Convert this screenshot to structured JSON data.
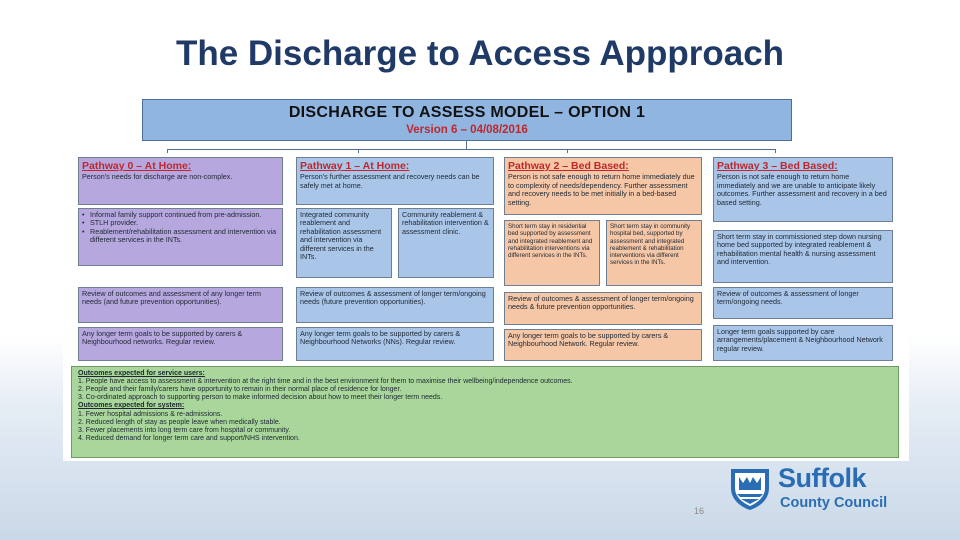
{
  "slide": {
    "title": "The Discharge to Access Appproach",
    "page_number": "16"
  },
  "model": {
    "title": "DISCHARGE TO ASSESS MODEL – OPTION 1",
    "version": "Version 6 – 04/08/2016"
  },
  "pathway0": {
    "title": "Pathway 0 – At Home:",
    "desc": "Person's needs for discharge are non-complex.",
    "bullets": [
      "Informal family support continued from pre-admission.",
      "STLH provider.",
      "Reablement/rehabilitation assessment and intervention via different services in the INTs."
    ],
    "review": "Review of outcomes and assessment of any longer term needs (and future prevention opportunities).",
    "goals": "Any longer term goals to be supported by carers & Neighbourhood networks. Regular review."
  },
  "pathway1": {
    "title": "Pathway 1 – At Home:",
    "desc": "Person's further assessment and recovery needs can be safely met at home.",
    "option_a": "Integrated community reablement and rehabilitation assessment and intervention via different services in the INTs.",
    "option_b": "Community reablement & rehabilitation intervention & assessment clinic.",
    "review": "Review of outcomes & assessment of longer term/ongoing needs (future prevention opportunities).",
    "goals": "Any longer term goals to be supported by carers & Neighbourhood Networks (NNs). Regular review."
  },
  "pathway2": {
    "title": "Pathway 2 – Bed Based:",
    "desc": "Person is not safe enough to return home immediately due to complexity of needs/dependency. Further assessment and recovery needs to be met initially in a bed-based setting.",
    "option_a": "Short term stay in residential bed supported by assessment and integrated reablement and rehabilitation interventions via different services in the INTs.",
    "option_b": "Short term stay in community hospital bed, supported by assessment and integrated reablement & rehabilitation interventions via different services in the INTs.",
    "review": "Review of outcomes & assessment of longer term/ongoing needs & future prevention opportunities.",
    "goals": "Any longer term goals to be supported by carers & Neighbourhood Network. Regular review."
  },
  "pathway3": {
    "title": "Pathway 3 – Bed Based:",
    "desc": "Person is not safe enough to return home immediately and we are unable to anticipate likely outcomes. Further assessment and recovery in a bed based setting.",
    "option": "Short term stay in commissioned step down nursing home bed supported by integrated reablement & rehabilitation mental health & nursing assessment and intervention.",
    "review": "Review of outcomes & assessment of longer term/ongoing needs.",
    "goals": "Longer term goals supported by care arrangements/placement & Neighbourhood Network regular review."
  },
  "outcomes": {
    "service_users_heading": "Outcomes expected for service users:",
    "service_users": [
      "1.   People have access to assessment & intervention at the right time and in the best environment for them to maximise their wellbeing/independence outcomes.",
      "2.   People and their family/carers have opportunity to remain in their normal place of residence for longer.",
      "3.   Co-ordinated approach to supporting person to make informed decision about how to meet their longer term needs."
    ],
    "system_heading": "Outcomes expected for system:",
    "system": [
      "1.   Fewer hospital admissions & re-admissions.",
      "2.   Reduced length of stay as people leave when medically stable.",
      "3.   Fewer placements into long term care from hospital or community.",
      "4.   Reduced demand for longer term care and support/NHS intervention."
    ]
  },
  "logo": {
    "name": "Suffolk",
    "subtitle": "County Council",
    "primary_color": "#2a6db5"
  }
}
